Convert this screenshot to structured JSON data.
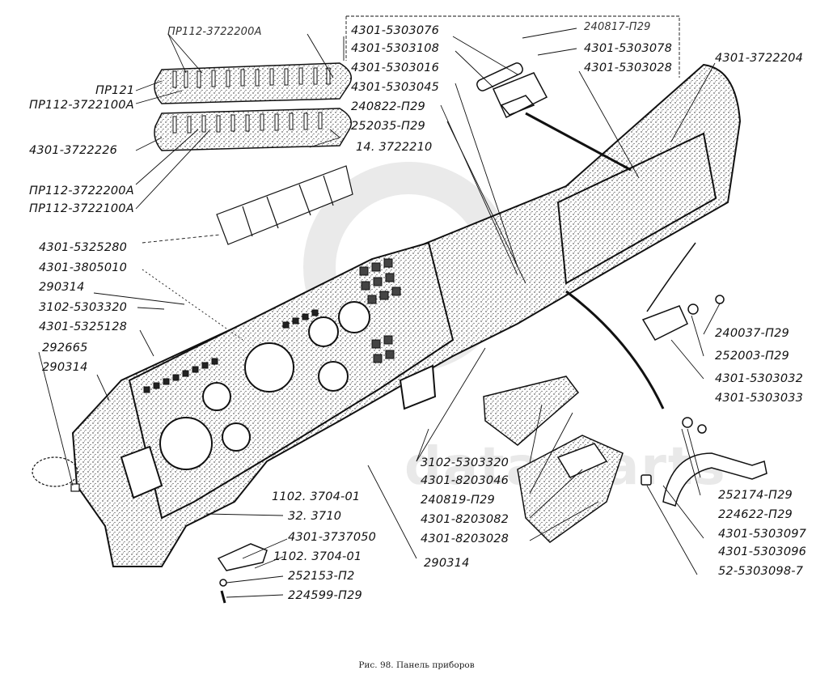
{
  "figure": {
    "caption": "Рис. 98. Панель приборов",
    "watermark": "data-parts"
  },
  "labels": {
    "top_fuse_1": "ПР112-3722200А",
    "pr121": "ПР121",
    "pr112_100a_1": "ПР112-3722100А",
    "fuse_block": "4301-3722226",
    "fuse_holder": "14. 3722210",
    "pr112_200a_2": "ПР112-3722200А",
    "pr112_100a_2": "ПР112-3722100А",
    "plate": "4301-5325280",
    "instrument_cluster": "4301-3805010",
    "screw_290314_a": "290314",
    "clip_3102_a": "3102-5303320",
    "cover_5325128": "4301-5325128",
    "part_292665": "292665",
    "screw_290314_b": "290314",
    "lock_5303076": "4301-5303076",
    "lock_5303108": "4301-5303108",
    "lock_5303016": "4301-5303016",
    "part_5303045": "4301-5303045",
    "bolt_240822": "240822-П29",
    "washer_252035": "252035-П29",
    "screw_240817": "240817-П29",
    "part_5303078": "4301-5303078",
    "part_5303028": "4301-5303028",
    "part_3722204": "4301-3722204",
    "bolt_240037": "240037-П29",
    "washer_252003": "252003-П29",
    "hinge_5303032": "4301-5303032",
    "hinge_5303033": "4301-5303033",
    "washer_252174": "252174-П29",
    "nut_224622": "224622-П29",
    "bracket_5303097": "4301-5303097",
    "bracket_5303096": "4301-5303096",
    "part_52_5303098": "52-5303098-7",
    "clip_3102_b": "3102-5303320",
    "ashtray_8203046": "4301-8203046",
    "screw_240819": "240819-П29",
    "ashtray_8203082": "4301-8203082",
    "ashtray_8203028": "4301-8203028",
    "screw_290314_c": "290314",
    "switch_1102_a": "1102. 3704-01",
    "lamp_32_3710": "32. 3710",
    "switch_3737050": "4301-3737050",
    "switch_1102_b": "1102. 3704-01",
    "washer_252153": "252153-П2",
    "screw_224599": "224599-П29"
  }
}
